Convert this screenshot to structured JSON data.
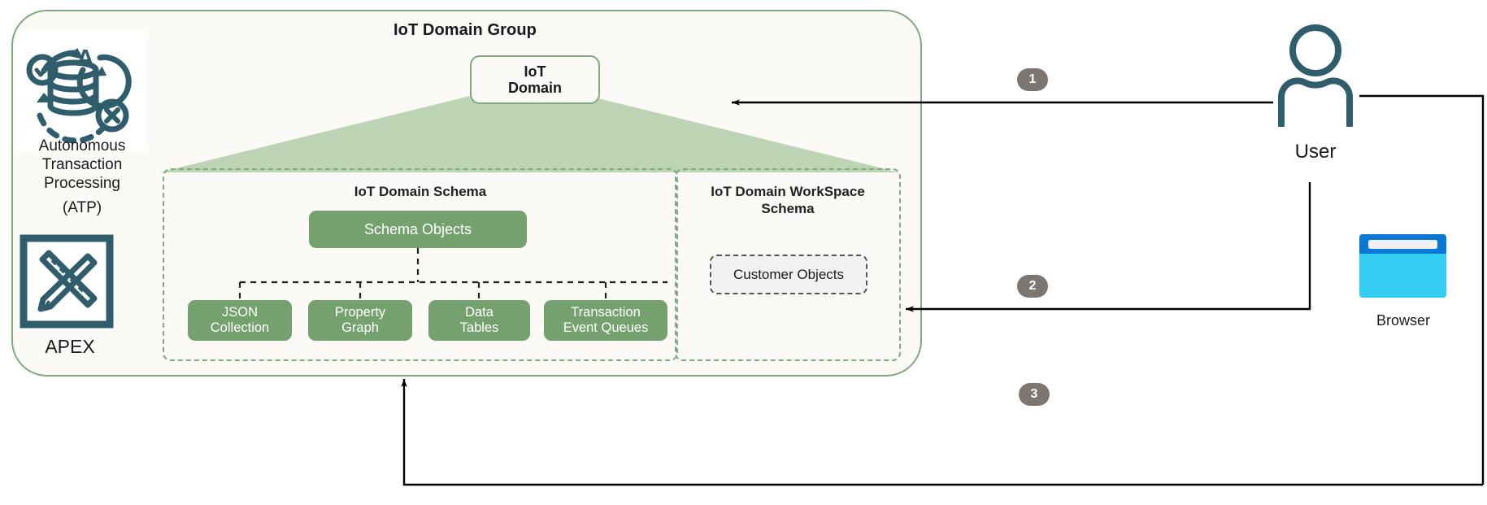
{
  "diagram": {
    "title": "IoT Domain Group",
    "colors": {
      "group_border": "#7fa97f",
      "group_fill": "#fbfaf6",
      "green_box": "#75a16f",
      "funnel_fill": "#bcd3b4",
      "icon_teal": "#2f5d6b",
      "badge_gray": "#7d7670",
      "browser_header": "#0a78d4",
      "browser_body": "#35cef3",
      "connector_black": "#000000"
    }
  },
  "group": {
    "title": "IoT Domain Group",
    "domain_box": {
      "line1": "IoT",
      "line2": "Domain",
      "label": "IoT Domain"
    }
  },
  "left_column": {
    "atp": {
      "icon": "autonomous-database-icon",
      "caption_lines": [
        "Autonomous",
        "Transaction",
        "Processing",
        "(ATP)"
      ],
      "caption": "Autonomous Transaction Processing (ATP)"
    },
    "apex": {
      "icon": "pencil-ruler-icon",
      "caption": "APEX"
    }
  },
  "panels": [
    {
      "id": "iot-domain-schema",
      "title": "IoT Domain Schema",
      "parent_node": "Schema Objects",
      "children": [
        {
          "line1": "JSON",
          "line2": "Collection",
          "label": "JSON Collection"
        },
        {
          "line1": "Property",
          "line2": "Graph",
          "label": "Property Graph"
        },
        {
          "line1": "Data",
          "line2": "Tables",
          "label": "Data Tables"
        },
        {
          "line1": "Transaction",
          "line2": "Event Queues",
          "label": "Transaction Event Queues"
        }
      ]
    },
    {
      "id": "iot-domain-workspace-schema",
      "title_line1": "IoT Domain WorkSpace",
      "title_line2": "Schema",
      "title": "IoT Domain WorkSpace Schema",
      "objects": [
        {
          "label": "Customer Objects"
        }
      ]
    }
  ],
  "actors": {
    "user": {
      "label": "User",
      "icon": "user-icon"
    },
    "browser": {
      "label": "Browser",
      "icon": "browser-window-icon"
    }
  },
  "steps": [
    {
      "number": "1",
      "from": "User",
      "to": "IoT Domain"
    },
    {
      "number": "2",
      "from": "Browser",
      "to": "IoT Domain WorkSpace Schema"
    },
    {
      "number": "3",
      "from": "Browser",
      "to": "IoT Domain Schema"
    }
  ]
}
